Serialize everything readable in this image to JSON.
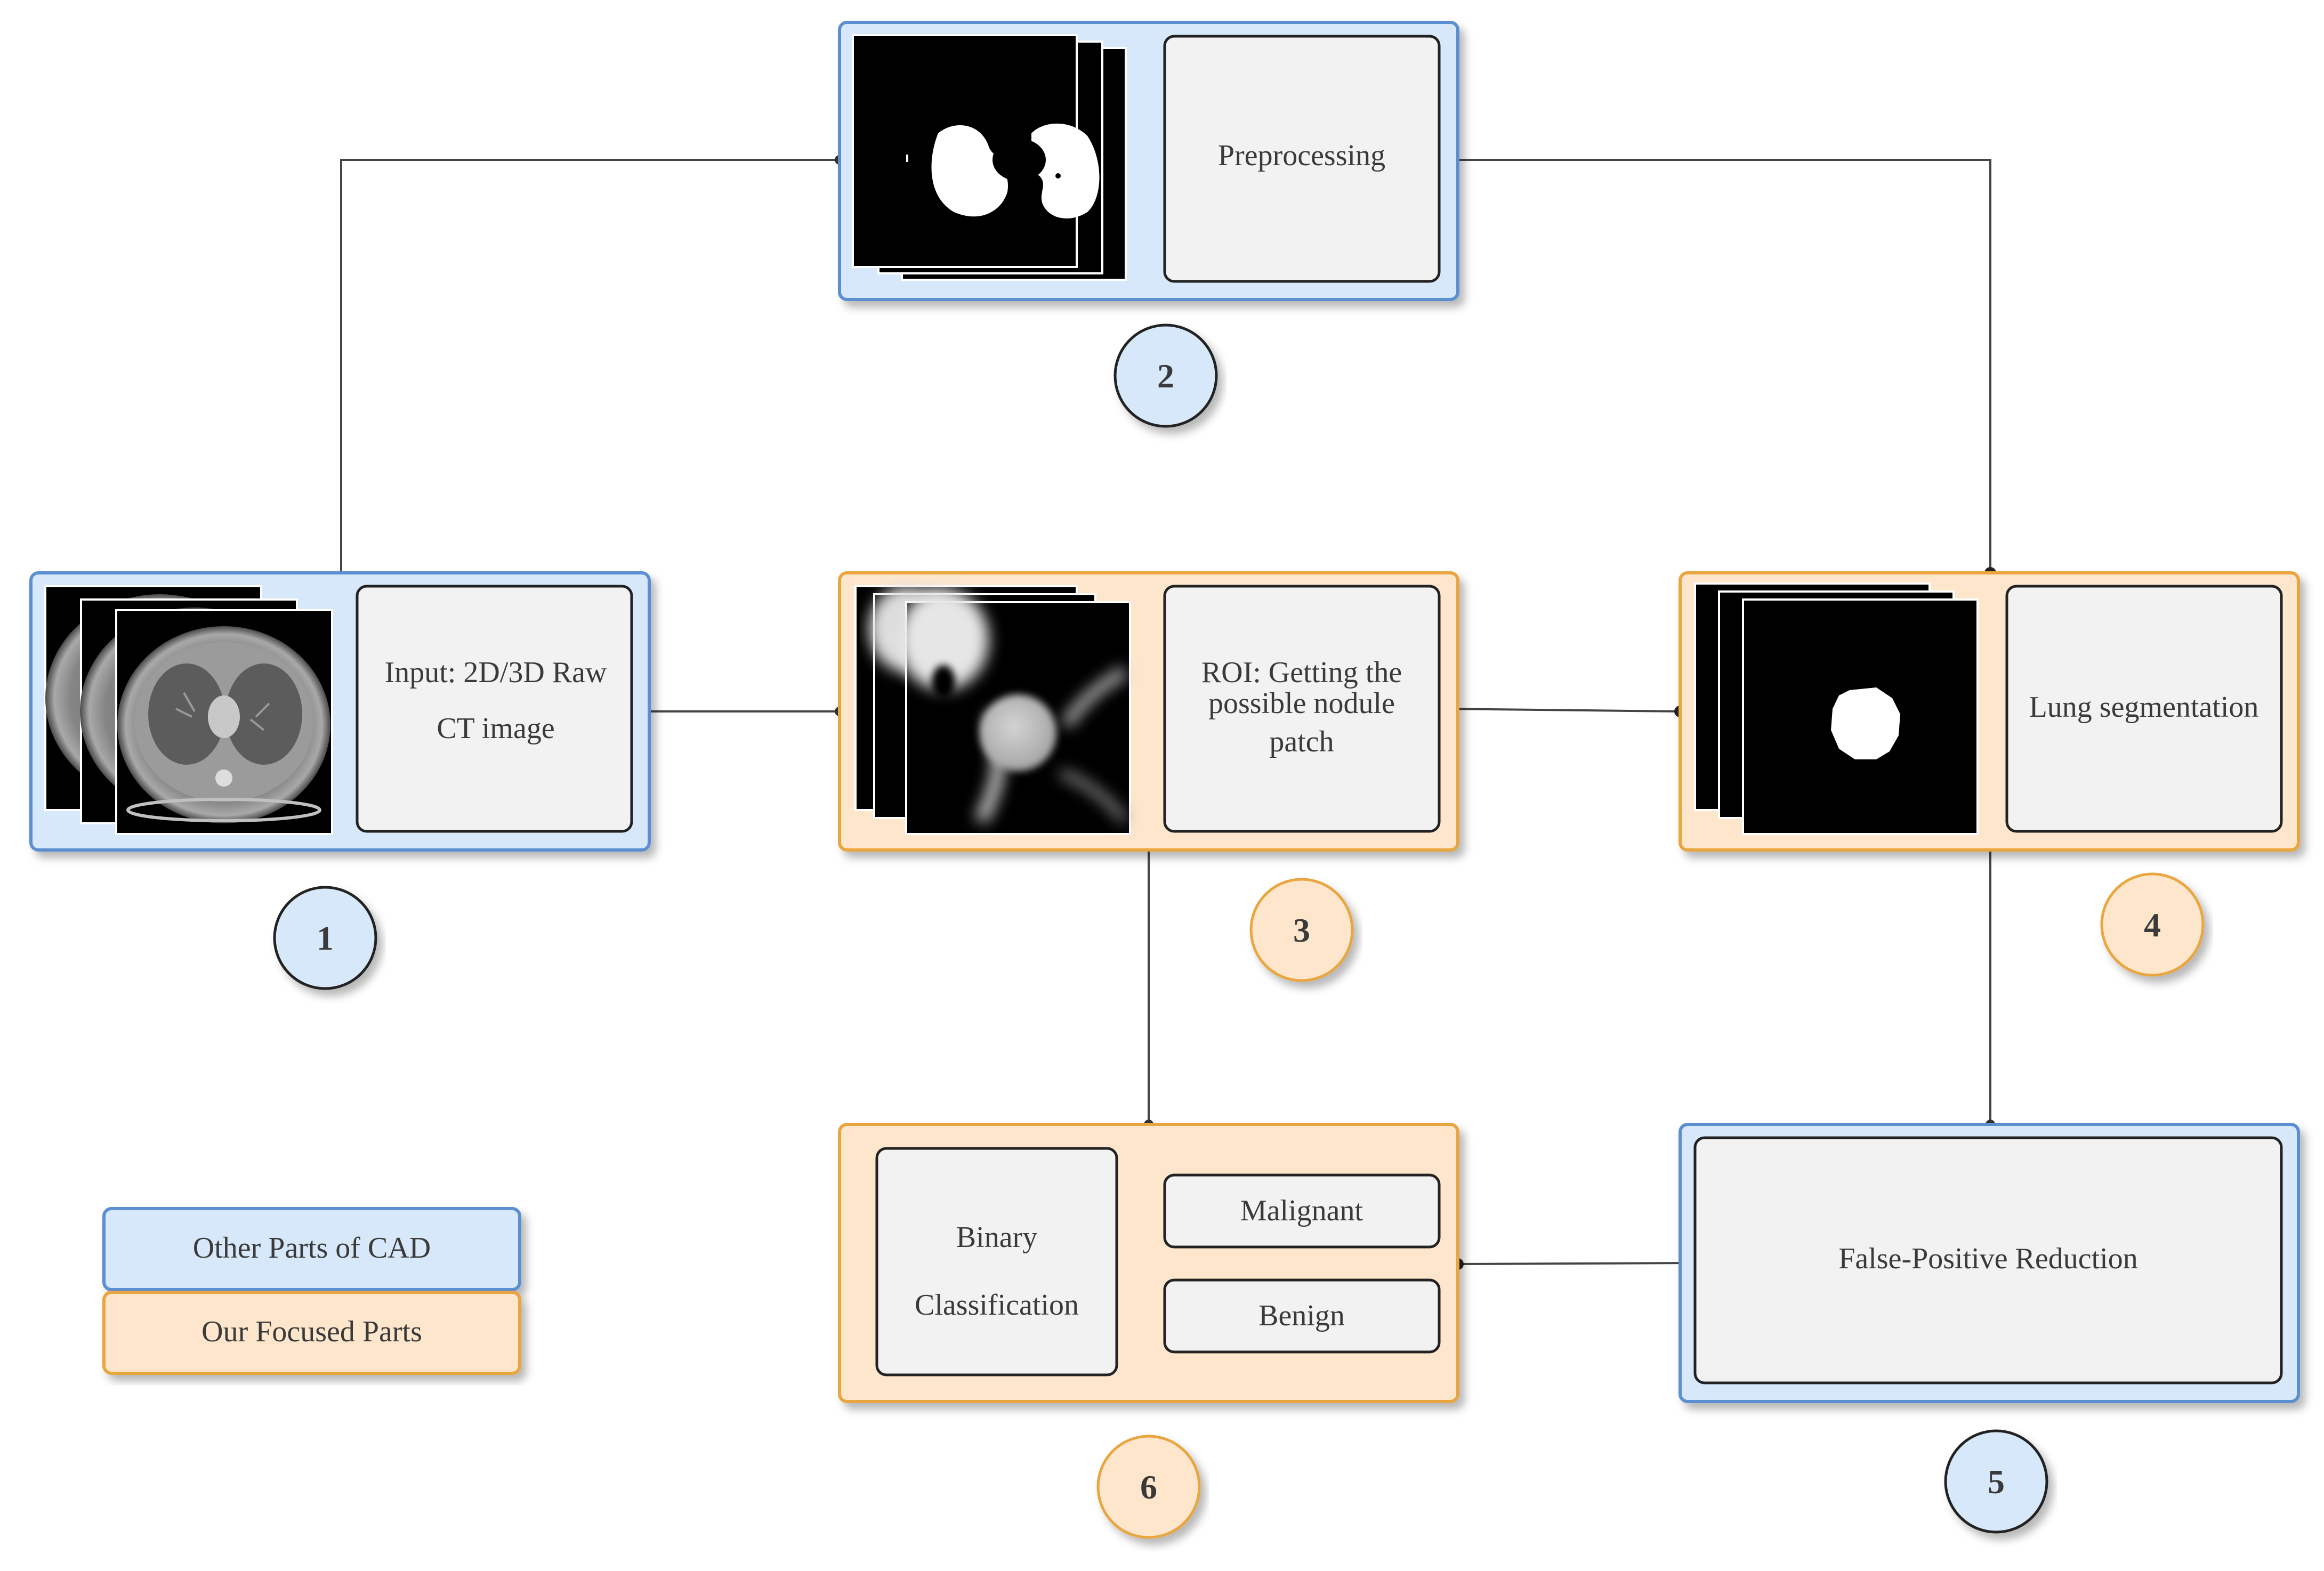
{
  "stages": {
    "s1": {
      "number": "1",
      "label_line1": "Input: 2D/3D Raw",
      "label_line2": "CT image",
      "group": "other",
      "thumbnail": "ct-scan-stack"
    },
    "s2": {
      "number": "2",
      "label": "Preprocessing",
      "group": "other",
      "thumbnail": "lung-mask-stack"
    },
    "s3": {
      "number": "3",
      "label_line1": "ROI: Getting the",
      "label_line2": "possible nodule",
      "label_line3": "patch",
      "group": "focused",
      "thumbnail": "nodule-patch-stack"
    },
    "s4": {
      "number": "4",
      "label": "Lung segmentation",
      "group": "focused",
      "thumbnail": "nodule-mask-stack"
    },
    "s5": {
      "number": "5",
      "label": "False-Positive Reduction",
      "group": "other"
    },
    "s6": {
      "number": "6",
      "label_line1": "Binary",
      "label_line2": "Classification",
      "out_malignant": "Malignant",
      "out_benign": "Benign",
      "group": "focused"
    }
  },
  "legend": {
    "other": "Other Parts of CAD",
    "focused": "Our Focused Parts"
  },
  "colors": {
    "other_fill": "#d6e8f9",
    "other_border": "#5b8fd1",
    "focused_fill": "#fde6cc",
    "focused_border": "#e9a63f",
    "inner_box_fill": "#f2f2f2",
    "connector": "#444444"
  }
}
